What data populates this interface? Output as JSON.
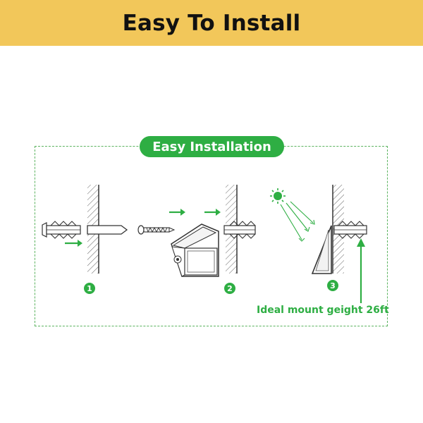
{
  "header": {
    "title": "Easy To Install"
  },
  "badge": {
    "label": "Easy Installation"
  },
  "steps": [
    {
      "number": "1"
    },
    {
      "number": "2"
    },
    {
      "number": "3"
    }
  ],
  "caption": "Ideal mount geight 26ft",
  "colors": {
    "header_bg": "#f2c75a",
    "accent_green": "#2eae43",
    "dashed_border": "#5bb35f",
    "outline": "#333333"
  },
  "icons": [
    "anchor-plug-icon",
    "screw-icon",
    "solar-light-icon",
    "sun-icon",
    "arrow-right-icon",
    "arrow-up-icon"
  ]
}
